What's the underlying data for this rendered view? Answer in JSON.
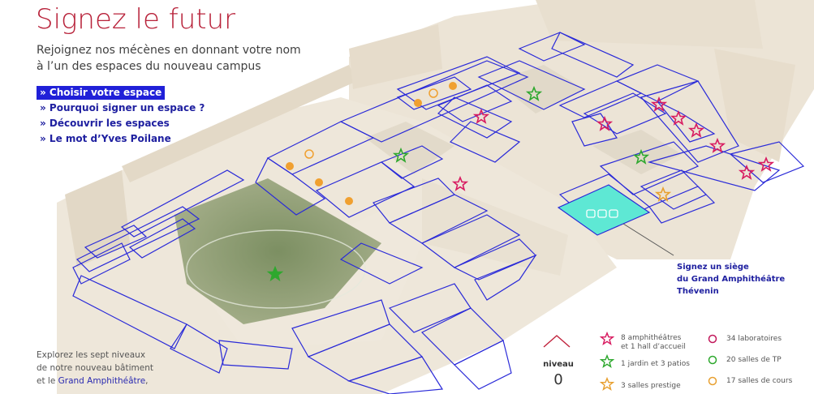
{
  "header": {
    "title": "Signez le futur",
    "subtitle_line1": "Rejoignez nos mécènes en donnant votre nom",
    "subtitle_line2": "à l’un des espaces du nouveau campus"
  },
  "nav": {
    "items": [
      {
        "label": "» Choisir votre espace",
        "active": true
      },
      {
        "label": "» Pourquoi signer un espace ?",
        "active": false
      },
      {
        "label": "» Découvrir les espaces",
        "active": false
      },
      {
        "label": "» Le mot d’Yves Poilane",
        "active": false
      }
    ]
  },
  "explore": {
    "line1": "Explorez les sept niveaux",
    "line2": "de notre nouveau bâtiment",
    "line3_prefix": "et le ",
    "line3_link": "Grand Amphithéâtre",
    "line3_suffix": ","
  },
  "callout": {
    "line1": "Signez un siège",
    "line2": "du Grand Amphithéâtre",
    "line3": "Thévenin"
  },
  "level": {
    "label": "niveau",
    "value": "0"
  },
  "legend": {
    "amphi_line1": "8 amphithéâtres",
    "amphi_line2": "et 1 hall d’accueil",
    "jardin": "1 jardin et 3 patios",
    "prestige": "3 salles prestige",
    "labos": "34 laboratoires",
    "tp": "20 salles de TP",
    "cours": "17 salles de cours"
  },
  "colors": {
    "title": "#b8223a",
    "plan_line": "#2a2ad8",
    "amphi_star": "#d81b60",
    "jardin_star": "#2ea82e",
    "prestige_star": "#e8a030",
    "highlight": "#5ee8d4",
    "nav_active_bg": "#2020d8"
  }
}
